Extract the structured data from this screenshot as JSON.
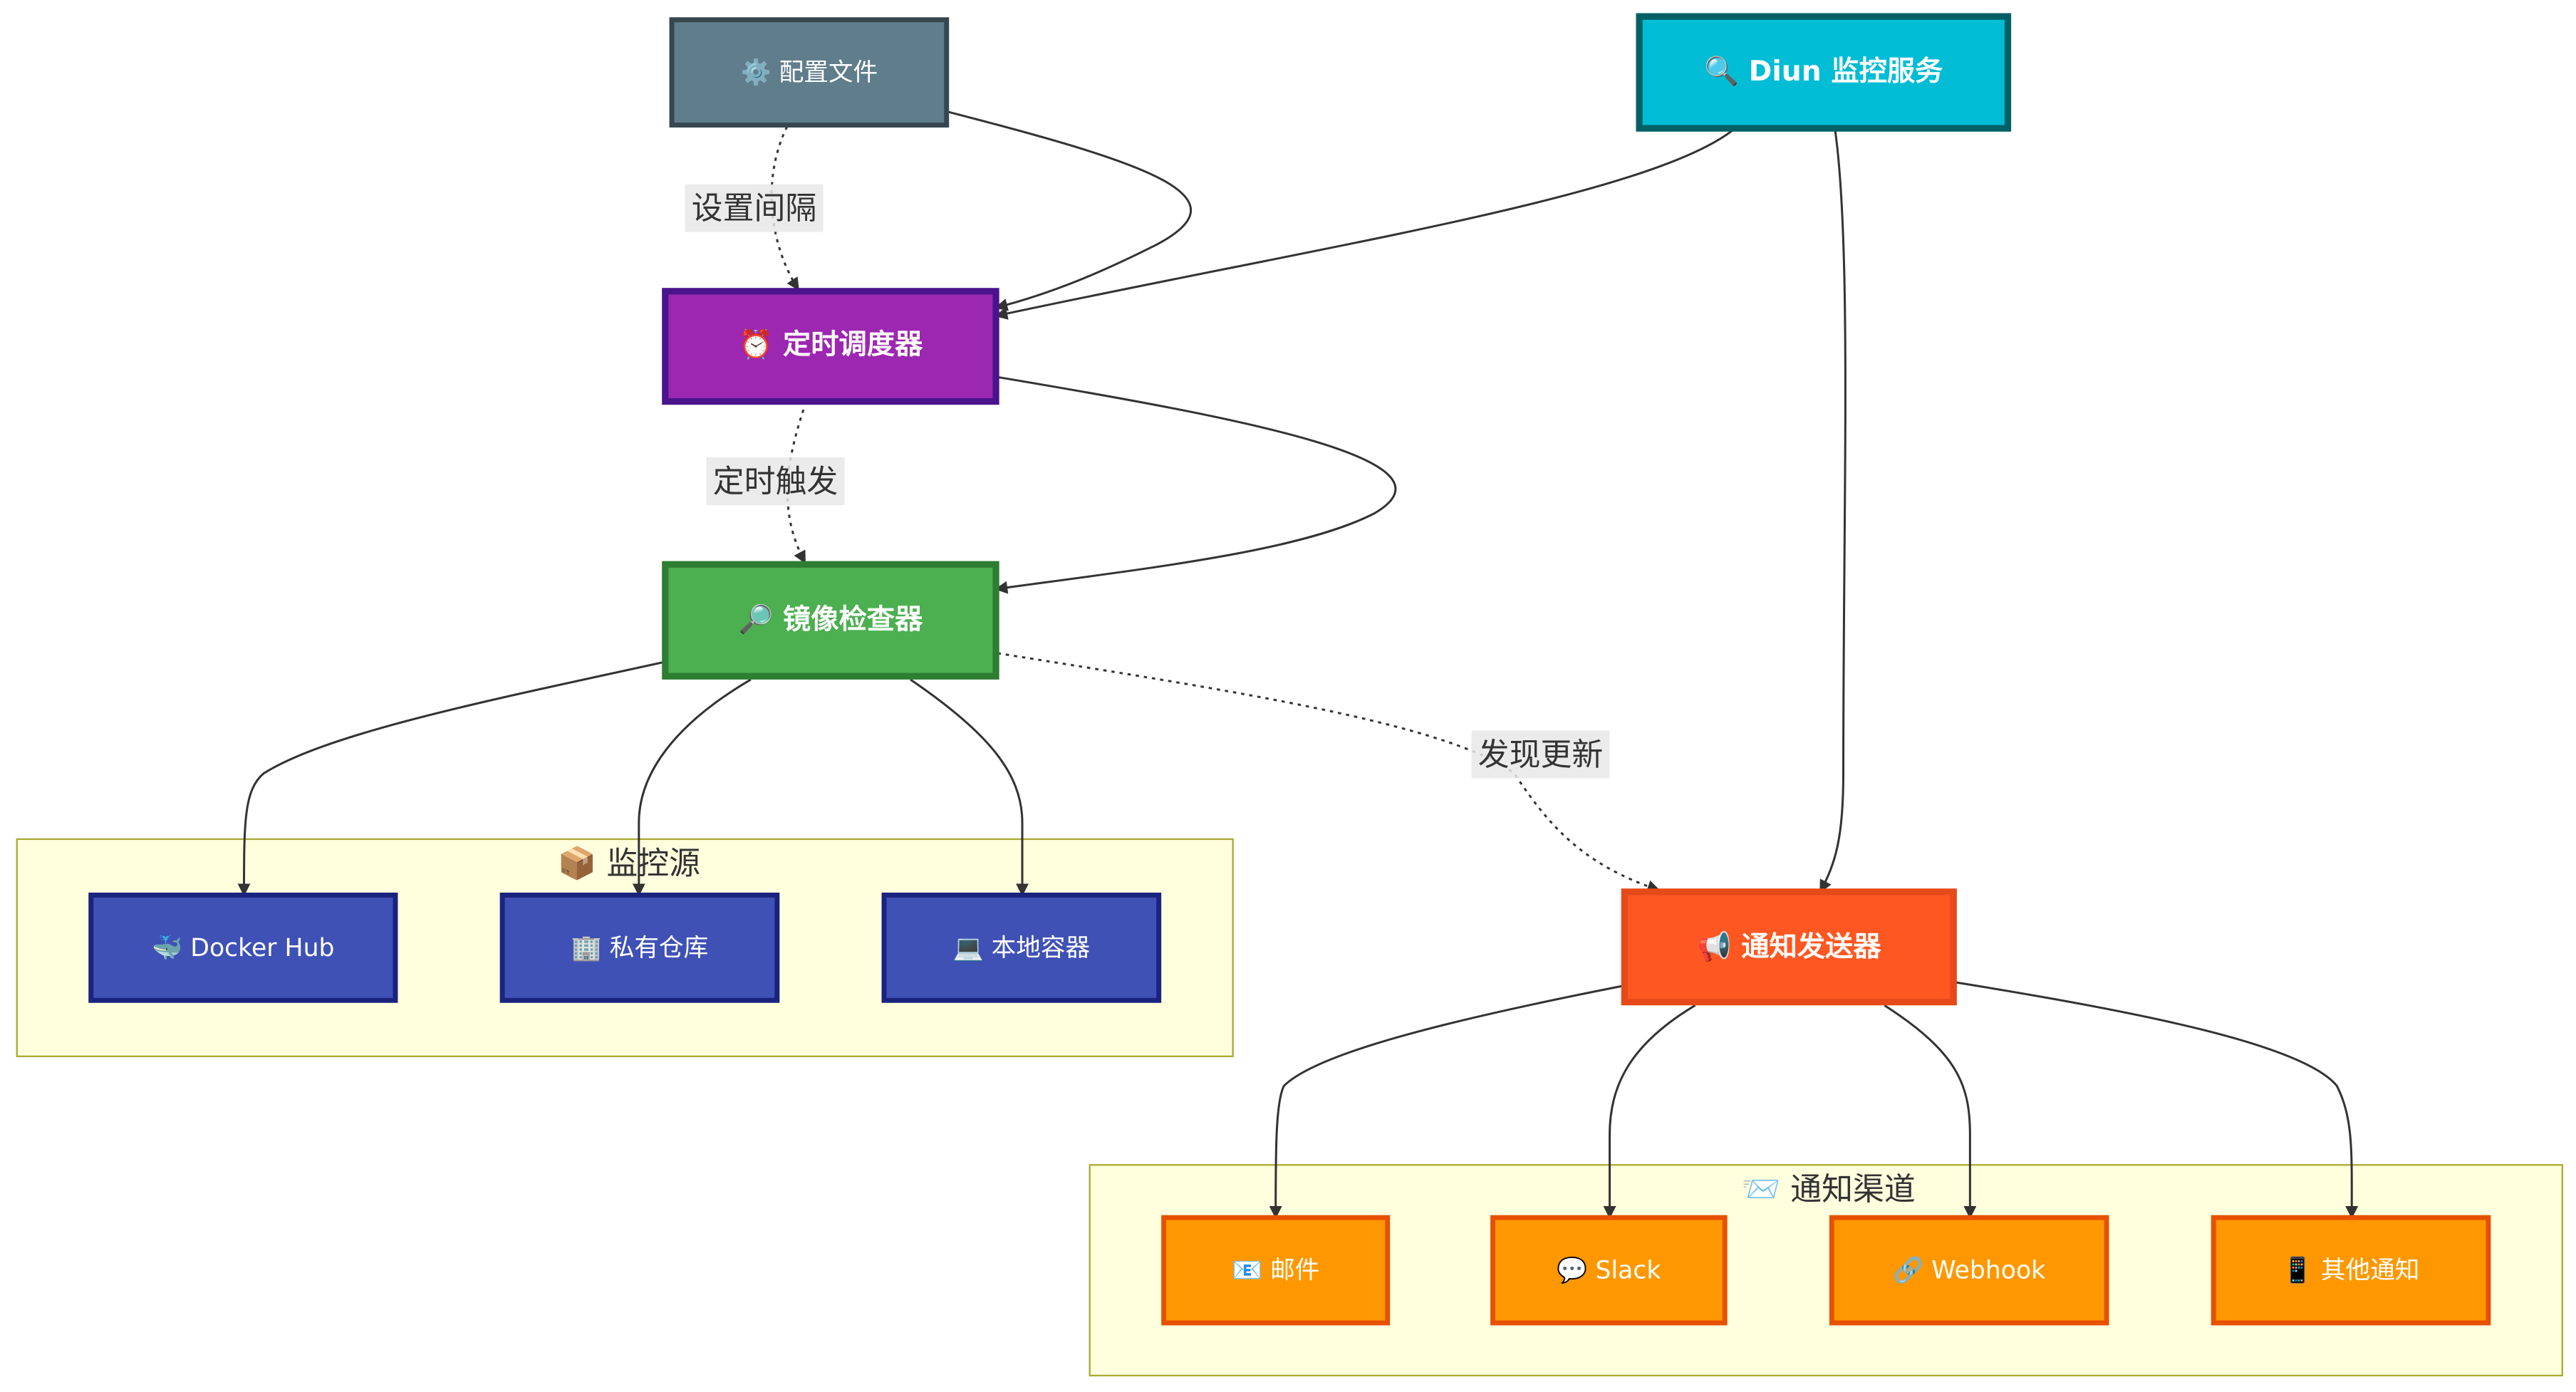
{
  "groups": {
    "sources": {
      "title": "📦 监控源"
    },
    "channels": {
      "title": "📨 通知渠道"
    }
  },
  "nodes": {
    "config": {
      "label": "⚙️ 配置文件",
      "fill": "#607d8b",
      "stroke": "#37474f",
      "bold": false
    },
    "diun": {
      "label": "🔍 Diun 监控服务",
      "fill": "#00bcd4",
      "stroke": "#006064",
      "bold": true
    },
    "scheduler": {
      "label": "⏰ 定时调度器",
      "fill": "#9c27b0",
      "stroke": "#4a148c",
      "bold": true
    },
    "checker": {
      "label": "🔎 镜像检查器",
      "fill": "#4caf50",
      "stroke": "#2e7d32",
      "bold": true
    },
    "notifier": {
      "label": "📢 通知发送器",
      "fill": "#ff5722",
      "stroke": "#e64a19",
      "bold": true
    },
    "dockerhub": {
      "label": "🐳 Docker Hub",
      "fill": "#3f51b5",
      "stroke": "#1a237e",
      "bold": false
    },
    "private": {
      "label": "🏢 私有仓库",
      "fill": "#3f51b5",
      "stroke": "#1a237e",
      "bold": false
    },
    "local": {
      "label": "💻 本地容器",
      "fill": "#3f51b5",
      "stroke": "#1a237e",
      "bold": false
    },
    "email": {
      "label": "📧 邮件",
      "fill": "#ff9800",
      "stroke": "#e65100",
      "bold": false
    },
    "slack": {
      "label": "💬 Slack",
      "fill": "#ff9800",
      "stroke": "#e65100",
      "bold": false
    },
    "webhook": {
      "label": "🔗 Webhook",
      "fill": "#ff9800",
      "stroke": "#e65100",
      "bold": false
    },
    "other": {
      "label": "📱 其他通知",
      "fill": "#ff9800",
      "stroke": "#e65100",
      "bold": false
    }
  },
  "edges": [
    {
      "from": "config",
      "to": "scheduler",
      "dashed": true,
      "label": "设置间隔"
    },
    {
      "from": "config",
      "to": "scheduler",
      "dashed": false,
      "label": ""
    },
    {
      "from": "diun",
      "to": "scheduler",
      "dashed": false,
      "label": ""
    },
    {
      "from": "diun",
      "to": "notifier",
      "dashed": false,
      "label": ""
    },
    {
      "from": "scheduler",
      "to": "checker",
      "dashed": true,
      "label": "定时触发"
    },
    {
      "from": "scheduler",
      "to": "checker",
      "dashed": false,
      "label": ""
    },
    {
      "from": "checker",
      "to": "dockerhub",
      "dashed": false,
      "label": ""
    },
    {
      "from": "checker",
      "to": "private",
      "dashed": false,
      "label": ""
    },
    {
      "from": "checker",
      "to": "local",
      "dashed": false,
      "label": ""
    },
    {
      "from": "checker",
      "to": "notifier",
      "dashed": true,
      "label": "发现更新"
    },
    {
      "from": "notifier",
      "to": "email",
      "dashed": false,
      "label": ""
    },
    {
      "from": "notifier",
      "to": "slack",
      "dashed": false,
      "label": ""
    },
    {
      "from": "notifier",
      "to": "webhook",
      "dashed": false,
      "label": ""
    },
    {
      "from": "notifier",
      "to": "other",
      "dashed": false,
      "label": ""
    }
  ],
  "colors": {
    "edge": "#333333",
    "group_fill": "#ffffde",
    "group_stroke": "#aaaa33",
    "edge_label_bg": "#e8e8e8",
    "text_on_node": "#ffffff",
    "group_title": "#333333"
  }
}
